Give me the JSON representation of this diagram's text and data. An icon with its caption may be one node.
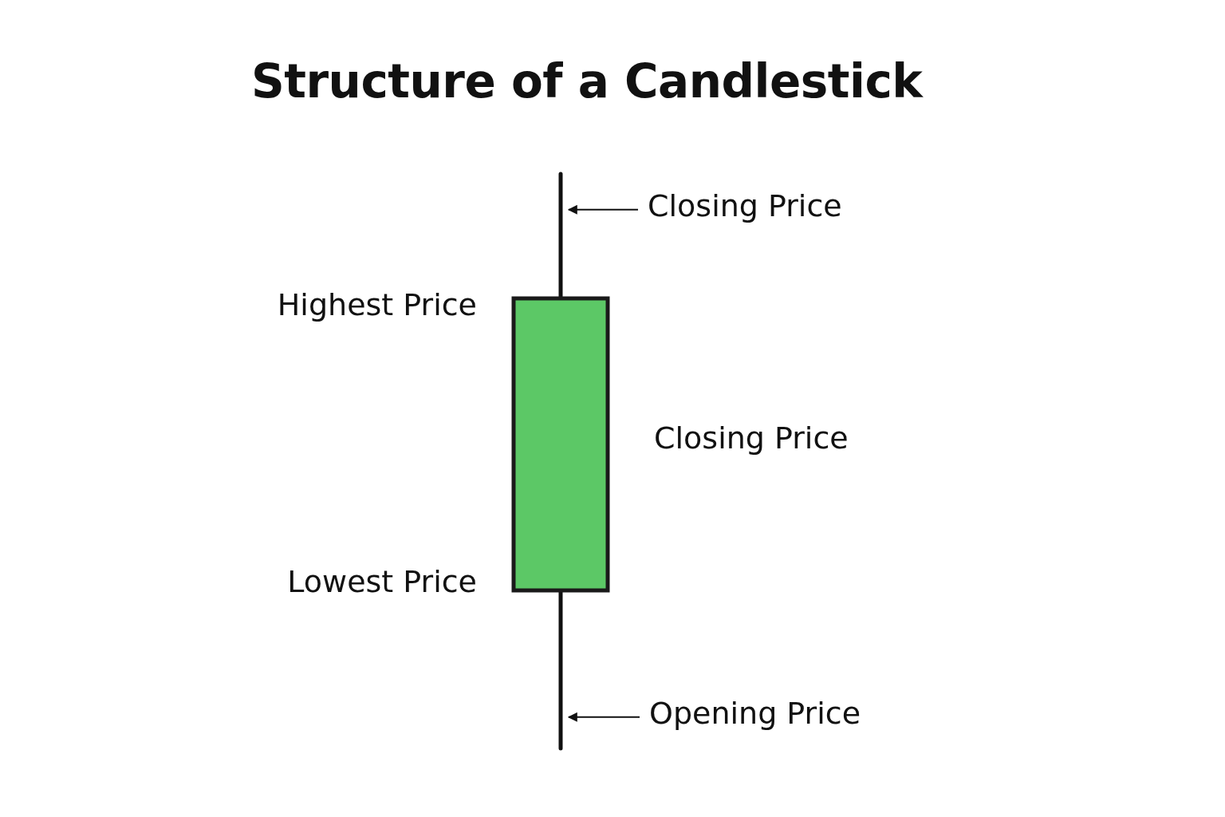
{
  "diagram": {
    "title": "Structure of a Candlestick",
    "nodes": [
      {
        "text": [
          "Closing Price"
        ]
      },
      {
        "text": [
          "Opening Price"
        ]
      }
    ],
    "edges": [
      {
        "from": 0,
        "to": null,
        "arrow": "to"
      },
      {
        "from": 1,
        "to": null,
        "arrow": "to"
      }
    ],
    "labels": [
      "Highest Price",
      "Closing Price",
      "Lowest Price"
    ]
  }
}
